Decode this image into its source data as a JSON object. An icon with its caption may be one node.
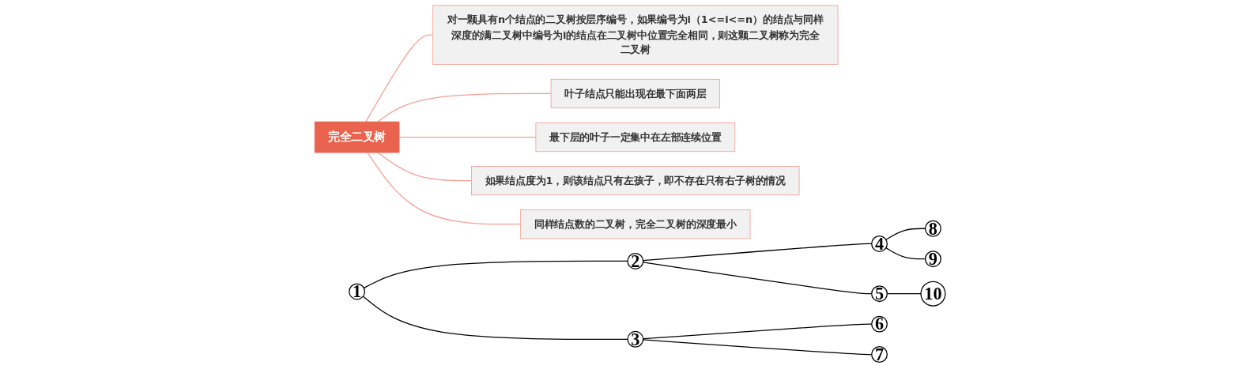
{
  "diagram": {
    "nodes": [
      {
        "text": [
          "完全二叉树"
        ]
      },
      {
        "text": [
          "对一颗具有n个结点的二叉树按层序编号，如果编号为i（1<=i<=n）的结点与同样深度的满二叉树中编号为i的结点在二叉树中位置完全相同，则这颗二叉树称为完全二叉树"
        ]
      },
      {
        "text": [
          "叶子结点只能出现在最下面两层"
        ]
      },
      {
        "text": [
          "最下层的叶子一定集中在左部连续位置"
        ]
      },
      {
        "text": [
          "如果结点度为1，则该结点只有左孩子，即不存在只有右子树的情况"
        ]
      },
      {
        "text": [
          "同样结点数的二叉树，完全二叉树的深度最小"
        ]
      },
      {
        "text": [
          "1"
        ]
      },
      {
        "text": [
          "2"
        ]
      },
      {
        "text": [
          "3"
        ]
      },
      {
        "text": [
          "4"
        ]
      },
      {
        "text": [
          "5"
        ]
      },
      {
        "text": [
          "6"
        ]
      },
      {
        "text": [
          "7"
        ]
      },
      {
        "text": [
          "8"
        ]
      },
      {
        "text": [
          "9"
        ]
      },
      {
        "text": [
          "10"
        ]
      }
    ],
    "edges": [
      {
        "from": 0,
        "to": 1,
        "arrow": "none",
        "color": "#f2a094"
      },
      {
        "from": 0,
        "to": 2,
        "arrow": "none",
        "color": "#f2a094"
      },
      {
        "from": 0,
        "to": 3,
        "arrow": "none",
        "color": "#f2a094"
      },
      {
        "from": 0,
        "to": 4,
        "arrow": "none",
        "color": "#f2a094"
      },
      {
        "from": 0,
        "to": 5,
        "arrow": "none",
        "color": "#f2a094"
      },
      {
        "from": 6,
        "to": 7,
        "arrow": "none"
      },
      {
        "from": 6,
        "to": 8,
        "arrow": "none"
      },
      {
        "from": 7,
        "to": 9,
        "arrow": "none"
      },
      {
        "from": 7,
        "to": 10,
        "arrow": "none"
      },
      {
        "from": 8,
        "to": 11,
        "arrow": "none"
      },
      {
        "from": 8,
        "to": 12,
        "arrow": "none"
      },
      {
        "from": 9,
        "to": 13,
        "arrow": "none"
      },
      {
        "from": 9,
        "to": 14,
        "arrow": "none"
      },
      {
        "from": 10,
        "to": 15,
        "arrow": "none"
      }
    ]
  }
}
